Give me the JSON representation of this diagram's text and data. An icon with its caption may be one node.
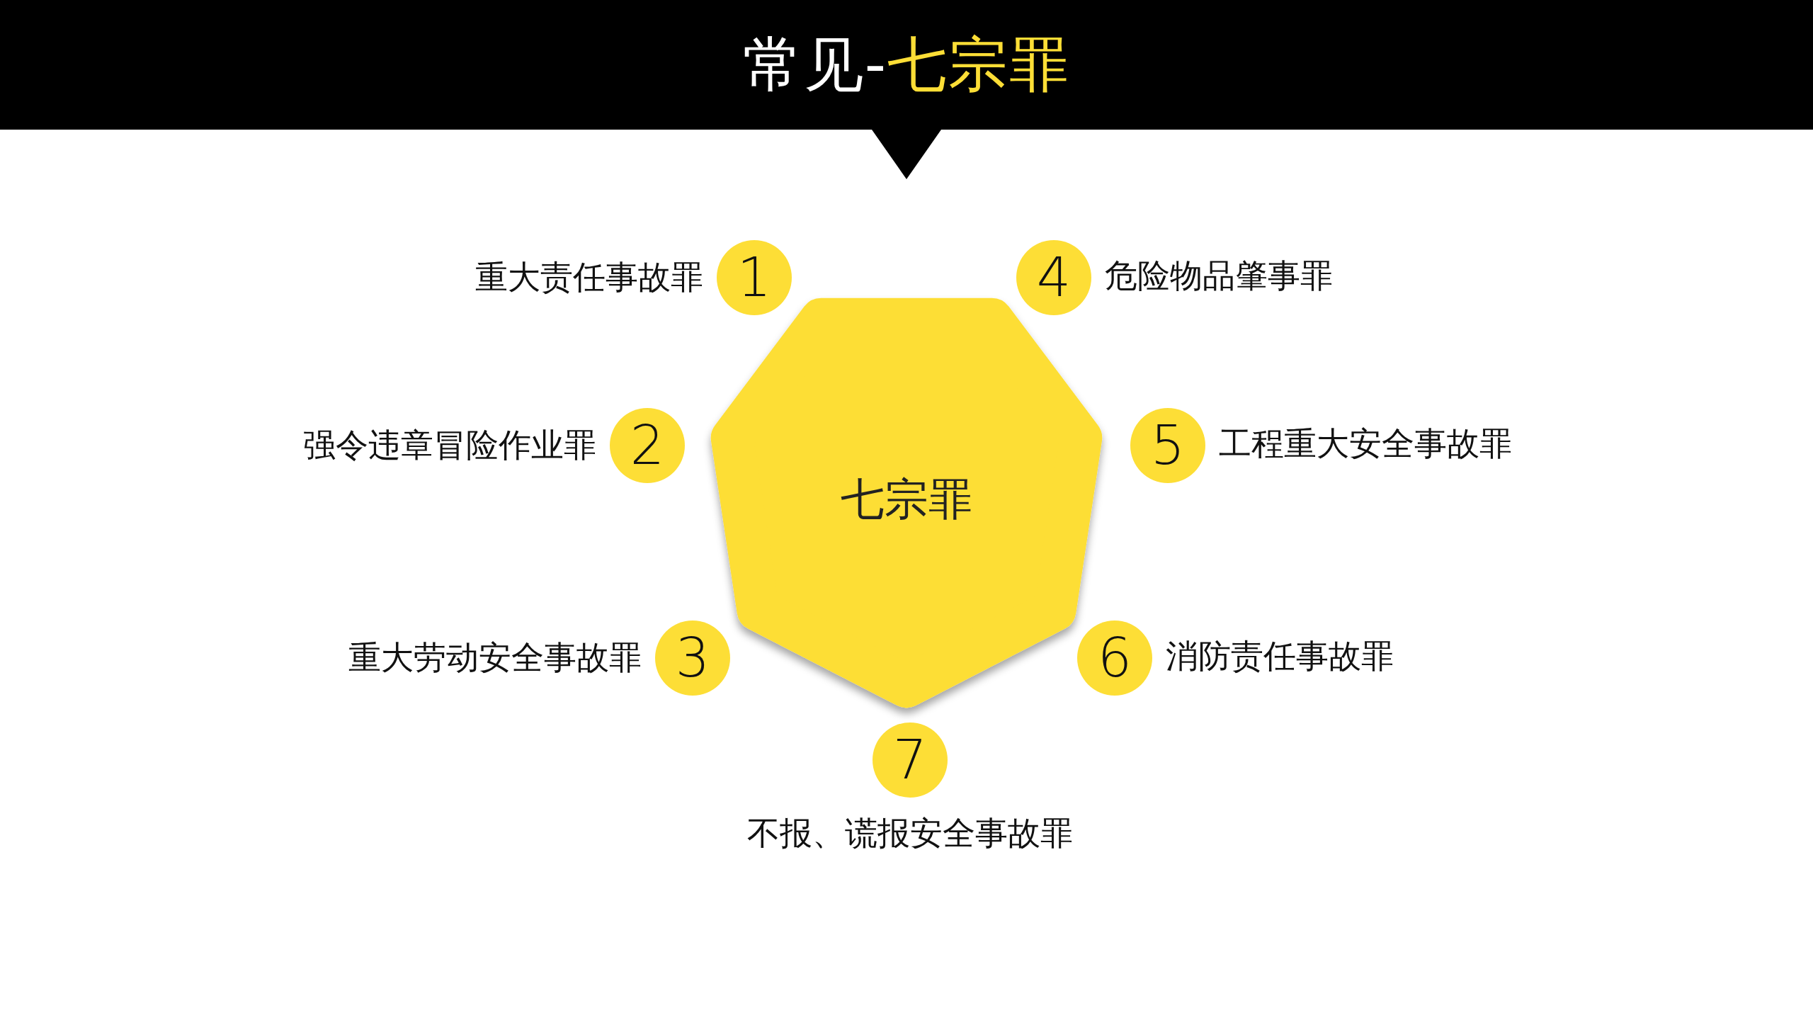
{
  "diagram": {
    "title": "常见-七宗罪",
    "nodes": [
      {
        "text": [
          "七宗罪"
        ]
      },
      {
        "text": [
          "1"
        ],
        "beside": [
          "重大责任事故罪"
        ]
      },
      {
        "text": [
          "2"
        ],
        "beside": [
          "强令违章冒险作业罪"
        ]
      },
      {
        "text": [
          "3"
        ],
        "beside": [
          "重大劳动安全事故罪"
        ]
      },
      {
        "text": [
          "4"
        ],
        "beside": [
          "危险物品肇事罪"
        ]
      },
      {
        "text": [
          "5"
        ],
        "beside": [
          "工程重大安全事故罪"
        ]
      },
      {
        "text": [
          "6"
        ],
        "beside": [
          "消防责任事故罪"
        ]
      },
      {
        "text": [
          "7"
        ],
        "beside": [
          "不报、谎报安全事故罪"
        ]
      }
    ]
  }
}
